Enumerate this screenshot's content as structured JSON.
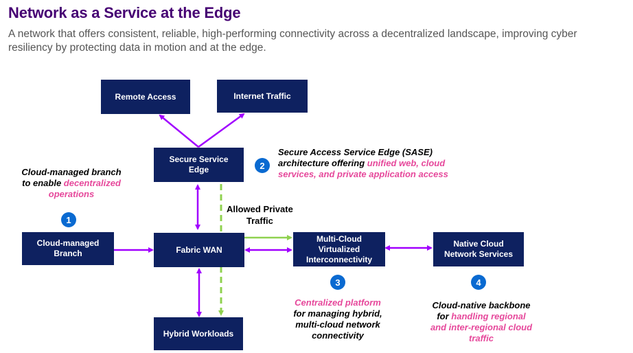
{
  "header": {
    "title": "Network as a Service at the Edge",
    "subtitle": "A network that offers consistent, reliable, high-performing connectivity across a decentralized landscape, improving cyber resiliency by protecting data in motion and at the edge."
  },
  "colors": {
    "title": "#460073",
    "box": "#0e2160",
    "arrow": "#a100ff",
    "private_path": "#8fd14f",
    "badge": "#0a6ad1",
    "highlight": "#e6489b"
  },
  "nodes": {
    "remote_access": "Remote Access",
    "internet_traffic": "Internet Traffic",
    "secure_service_edge": [
      "Secure Service",
      "Edge"
    ],
    "cloud_branch": [
      "Cloud-managed",
      "Branch"
    ],
    "fabric_wan": "Fabric WAN",
    "multicloud": [
      "Multi-Cloud",
      "Virtualized",
      "Interconnectivity"
    ],
    "native_cloud": [
      "Native Cloud",
      "Network Services"
    ],
    "hybrid_workloads": "Hybrid Workloads"
  },
  "private_traffic_label": [
    "Allowed Private",
    "Traffic"
  ],
  "callouts": [
    {
      "number": "1",
      "lines": [
        [
          {
            "t": "Cloud-managed branch",
            "h": false
          }
        ],
        [
          {
            "t": "to enable ",
            "h": false
          },
          {
            "t": "decentralized",
            "h": true
          }
        ],
        [
          {
            "t": "operations",
            "h": true
          }
        ]
      ]
    },
    {
      "number": "2",
      "lines": [
        [
          {
            "t": "Secure Access Service Edge (SASE)",
            "h": false
          }
        ],
        [
          {
            "t": "architecture offering ",
            "h": false
          },
          {
            "t": "unified web, cloud",
            "h": true
          }
        ],
        [
          {
            "t": "services, and private application access",
            "h": true
          }
        ]
      ]
    },
    {
      "number": "3",
      "lines": [
        [
          {
            "t": "Centralized platform",
            "h": true
          }
        ],
        [
          {
            "t": "for managing hybrid,",
            "h": false
          }
        ],
        [
          {
            "t": "multi-cloud network",
            "h": false
          }
        ],
        [
          {
            "t": "connectivity",
            "h": false
          }
        ]
      ]
    },
    {
      "number": "4",
      "lines": [
        [
          {
            "t": "Cloud-native backbone",
            "h": false
          }
        ],
        [
          {
            "t": "for ",
            "h": false
          },
          {
            "t": "handling regional",
            "h": true
          }
        ],
        [
          {
            "t": "and inter-regional cloud",
            "h": true
          }
        ],
        [
          {
            "t": "traffic",
            "h": true
          }
        ]
      ]
    }
  ]
}
